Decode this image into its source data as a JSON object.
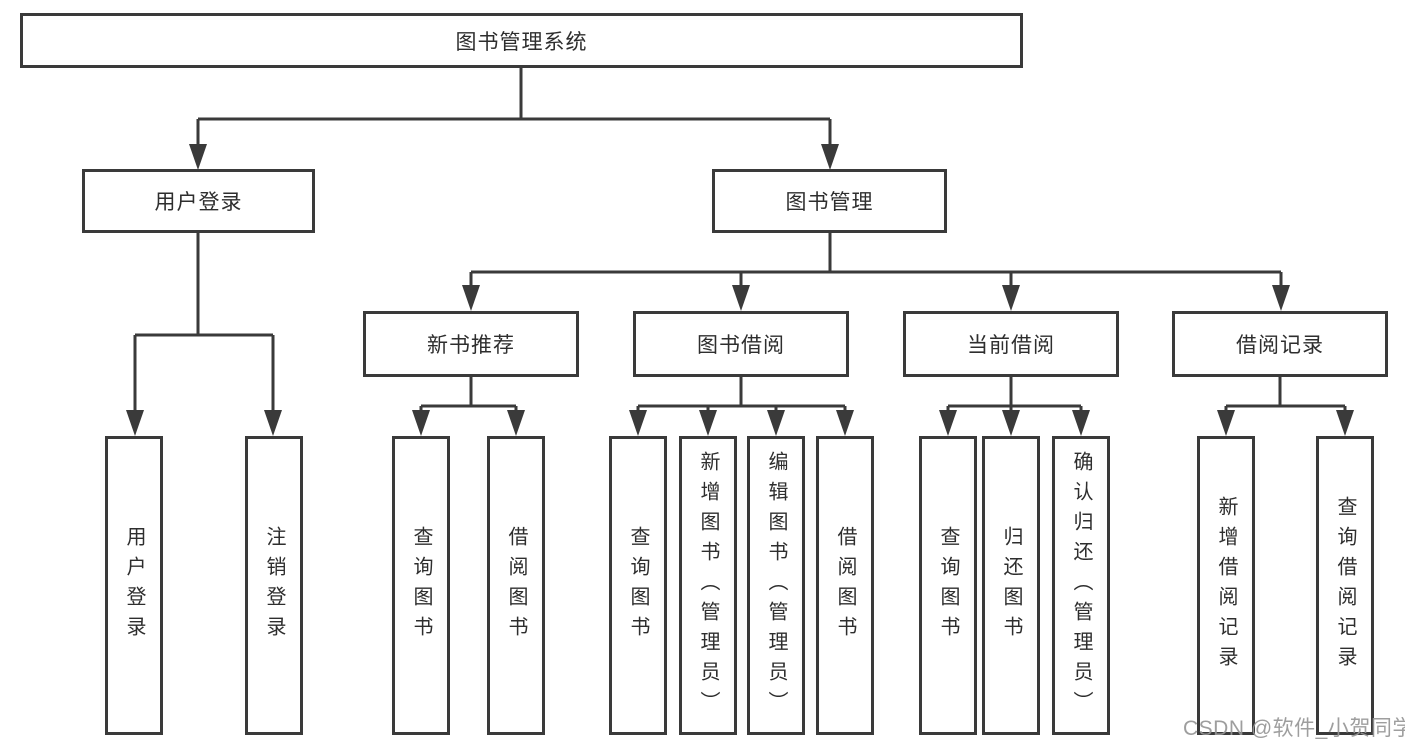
{
  "colors": {
    "line": "#3a3a3a",
    "box_border": "#3a3a3a",
    "text": "#2e2e2e",
    "watermark": "#969696"
  },
  "tree": {
    "root": {
      "label": "图书管理系统",
      "children": [
        {
          "label": "用户登录",
          "children": [
            {
              "label": "用户登录"
            },
            {
              "label": "注销登录"
            }
          ]
        },
        {
          "label": "图书管理",
          "children": [
            {
              "label": "新书推荐",
              "children": [
                {
                  "label": "查询图书"
                },
                {
                  "label": "借阅图书"
                }
              ]
            },
            {
              "label": "图书借阅",
              "children": [
                {
                  "label": "查询图书"
                },
                {
                  "label": "新增图书（管理员）"
                },
                {
                  "label": "编辑图书（管理员）"
                },
                {
                  "label": "借阅图书"
                }
              ]
            },
            {
              "label": "当前借阅",
              "children": [
                {
                  "label": "查询图书"
                },
                {
                  "label": "归还图书"
                },
                {
                  "label": "确认归还（管理员）"
                }
              ]
            },
            {
              "label": "借阅记录",
              "children": [
                {
                  "label": "新增借阅记录"
                },
                {
                  "label": "查询借阅记录"
                }
              ]
            }
          ]
        }
      ]
    }
  },
  "watermark": {
    "text": "CSDN @软件_小贺同学"
  }
}
